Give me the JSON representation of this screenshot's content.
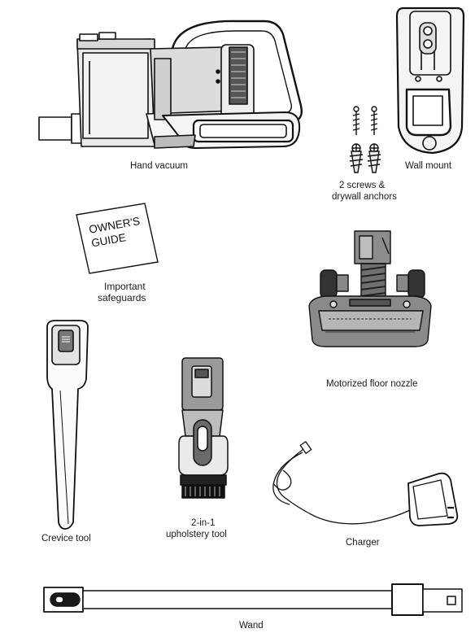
{
  "parts": {
    "hand_vacuum": "Hand vacuum",
    "screws_line1": "2 screws &",
    "screws_line2": "drywall anchors",
    "wall_mount": "Wall mount",
    "guide_line1": "OWNER'S",
    "guide_line2": "GUIDE",
    "safeguards_line1": "Important",
    "safeguards_line2": "safeguards",
    "floor_nozzle": "Motorized floor nozzle",
    "crevice_tool": "Crevice tool",
    "upholstery_line1": "2-in-1",
    "upholstery_line2": "upholstery tool",
    "charger": "Charger",
    "wand": "Wand"
  }
}
